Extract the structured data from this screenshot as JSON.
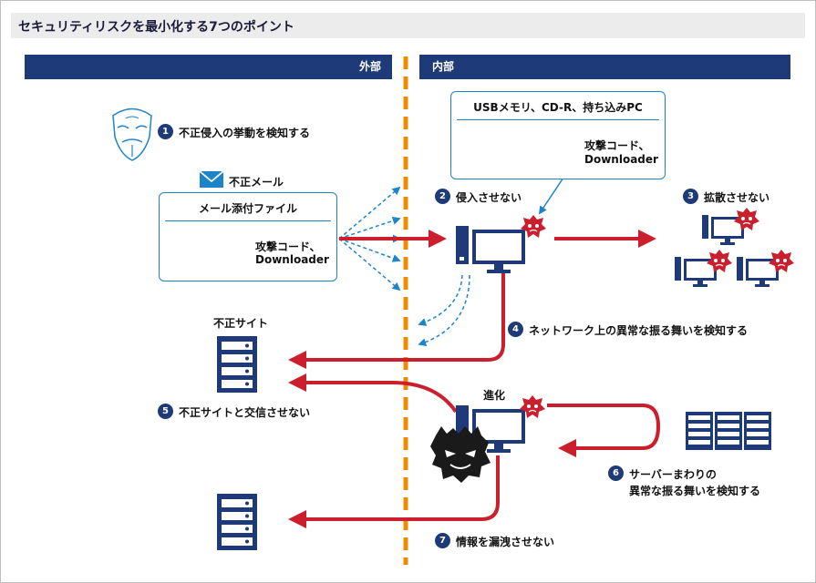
{
  "title": "セキュリティリスクを最小化する7つのポイント",
  "zones": {
    "external": "外部",
    "internal": "内部"
  },
  "media_box": {
    "title": "USBメモリ、CD-R、持ち込みPC",
    "payload_line1": "攻撃コード、",
    "payload_line2": "Downloader"
  },
  "email": {
    "label": "不正メール",
    "attachment_title": "メール添付ファイル",
    "payload_line1": "攻撃コード、",
    "payload_line2": "Downloader"
  },
  "rogue_site": {
    "label": "不正サイト"
  },
  "evolution": {
    "label": "進化"
  },
  "points": [
    {
      "num": "1",
      "text": "不正侵入の挙動を検知する"
    },
    {
      "num": "2",
      "text": "侵入させない"
    },
    {
      "num": "3",
      "text": "拡散させない"
    },
    {
      "num": "4",
      "text": "ネットワーク上の異常な振る舞いを検知する"
    },
    {
      "num": "5",
      "text": "不正サイトと交信させない"
    },
    {
      "num": "6",
      "text": "サーバーまわりの",
      "text2": "異常な振る舞いを検知する"
    },
    {
      "num": "7",
      "text": "情報を漏洩させない"
    }
  ],
  "colors": {
    "navy": "#1f3a78",
    "red": "#cc1f2d",
    "blue": "#1e84c9",
    "orange": "#f08c00",
    "yellow": "#f5a800"
  }
}
